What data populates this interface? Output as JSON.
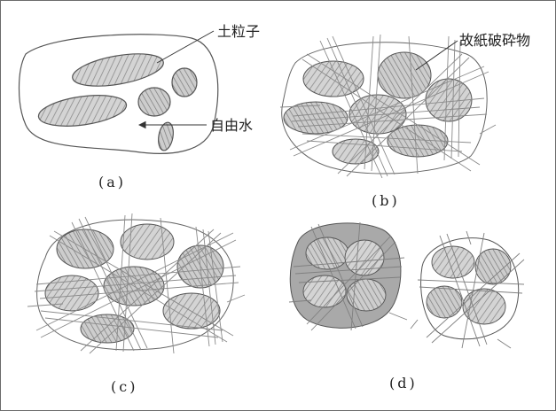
{
  "panels": {
    "a": {
      "caption": "(a)",
      "labels": {
        "soil_particle": "土粒子",
        "free_water": "自由水"
      }
    },
    "b": {
      "caption": "(b)",
      "labels": {
        "paper_debris": "故紙破砕物"
      }
    },
    "c": {
      "caption": "(c)"
    },
    "d": {
      "caption": "(d)"
    }
  },
  "colors": {
    "border": "#6b6b6b",
    "outline": "#555555",
    "particle_fill": "#cfcfcf",
    "fiber": "#8a8a8a",
    "water_film": "#9c9c9c",
    "text": "#222222"
  }
}
